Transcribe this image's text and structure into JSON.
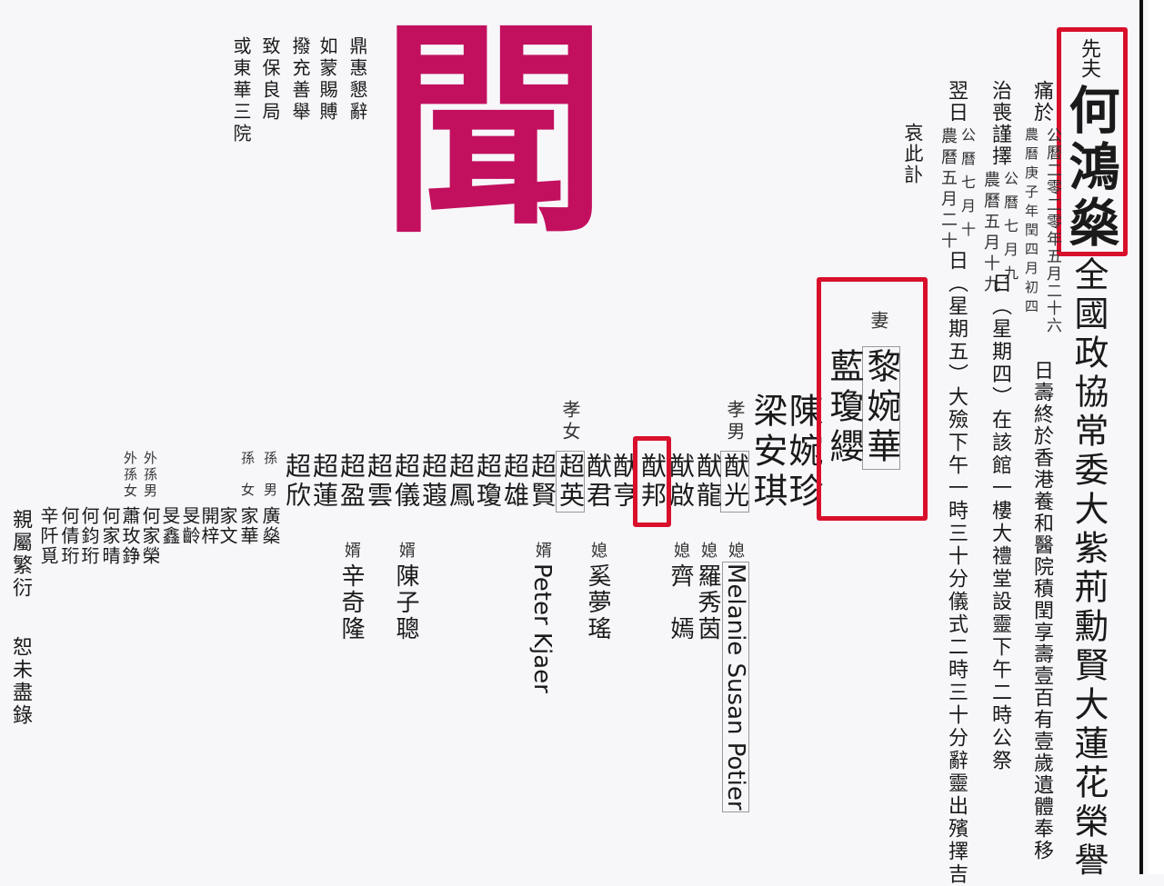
{
  "colors": {
    "headline_glyph": "#c2105e",
    "highlight_box": "#d8102c",
    "border_line": "#111111"
  },
  "headline_glyph": "聞",
  "donation_note": [
    "鼎惠懇辭",
    "如蒙賜賻",
    "撥充善舉",
    "致保良局",
    "或東華三院"
  ],
  "deceased": {
    "prefix": "先夫",
    "name": "何鴻燊",
    "titles": "全國政協常委大紫荊勳賢大蓮花榮譽"
  },
  "announcement": {
    "death": {
      "lead": "痛於",
      "western": "公曆二零二零年五月二十六",
      "lunar": "農曆庚子年閏四月初四",
      "rest": "日壽終於香港養和醫院積閏享壽壹百有壹歲遺體奉移"
    },
    "wake": {
      "lead": "治喪謹擇",
      "western": "公曆七月九",
      "lunar": "農曆五月十九",
      "rest": "日（星期四）在該館一樓大禮堂設靈下午二時公祭"
    },
    "funeral": {
      "lead": "翌日",
      "western": "公曆七月十",
      "lunar": "農曆五月二十",
      "rest": "日（星期五）大殮下午一時三十分儀式二時三十分辭靈出殯擇吉"
    },
    "closing": "哀此訃"
  },
  "wives": {
    "label": "妻",
    "names": [
      "黎婉華",
      "藍瓊纓",
      "陳婉珍",
      "梁安琪"
    ]
  },
  "sons": {
    "label": "孝男",
    "names": [
      "猷光",
      "猷龍",
      "猷啟",
      "猷邦",
      "猷亨",
      "猷君"
    ]
  },
  "daughters": {
    "label": "孝女",
    "names": [
      "超英",
      "超賢",
      "超雄",
      "超瓊",
      "超鳳",
      "超蕸",
      "超儀",
      "超雲",
      "超盈",
      "超蓮",
      "超欣"
    ]
  },
  "in_laws": [
    {
      "label": "媳",
      "name": "Melanie Susan Potier"
    },
    {
      "label": "媳",
      "name": "羅秀茵"
    },
    {
      "label": "媳",
      "name": "齊　嫣"
    },
    {
      "label": "媳",
      "name": "奚夢瑤"
    },
    {
      "label": "婿",
      "name": "Peter Kjaer"
    },
    {
      "label": "婿",
      "name": "陳子聰"
    },
    {
      "label": "婿",
      "name": "辛奇隆"
    }
  ],
  "grandchildren": {
    "grandson_label": "孫男",
    "granddaughter_label": "孫女",
    "grandsons_daughter_side_label": "外孫男",
    "granddaughters_daughter_side_label": "外孫女",
    "names": [
      "廣燊",
      "家華",
      "家文",
      "開梓",
      "旻齡",
      "旻鑫",
      "何家榮",
      "蕭玫錚",
      "何家晴",
      "何鈞珩",
      "何倩珩",
      "辛阡覓"
    ]
  },
  "footer": {
    "relatives": "親屬繁衍",
    "omission": "恕未盡錄"
  }
}
